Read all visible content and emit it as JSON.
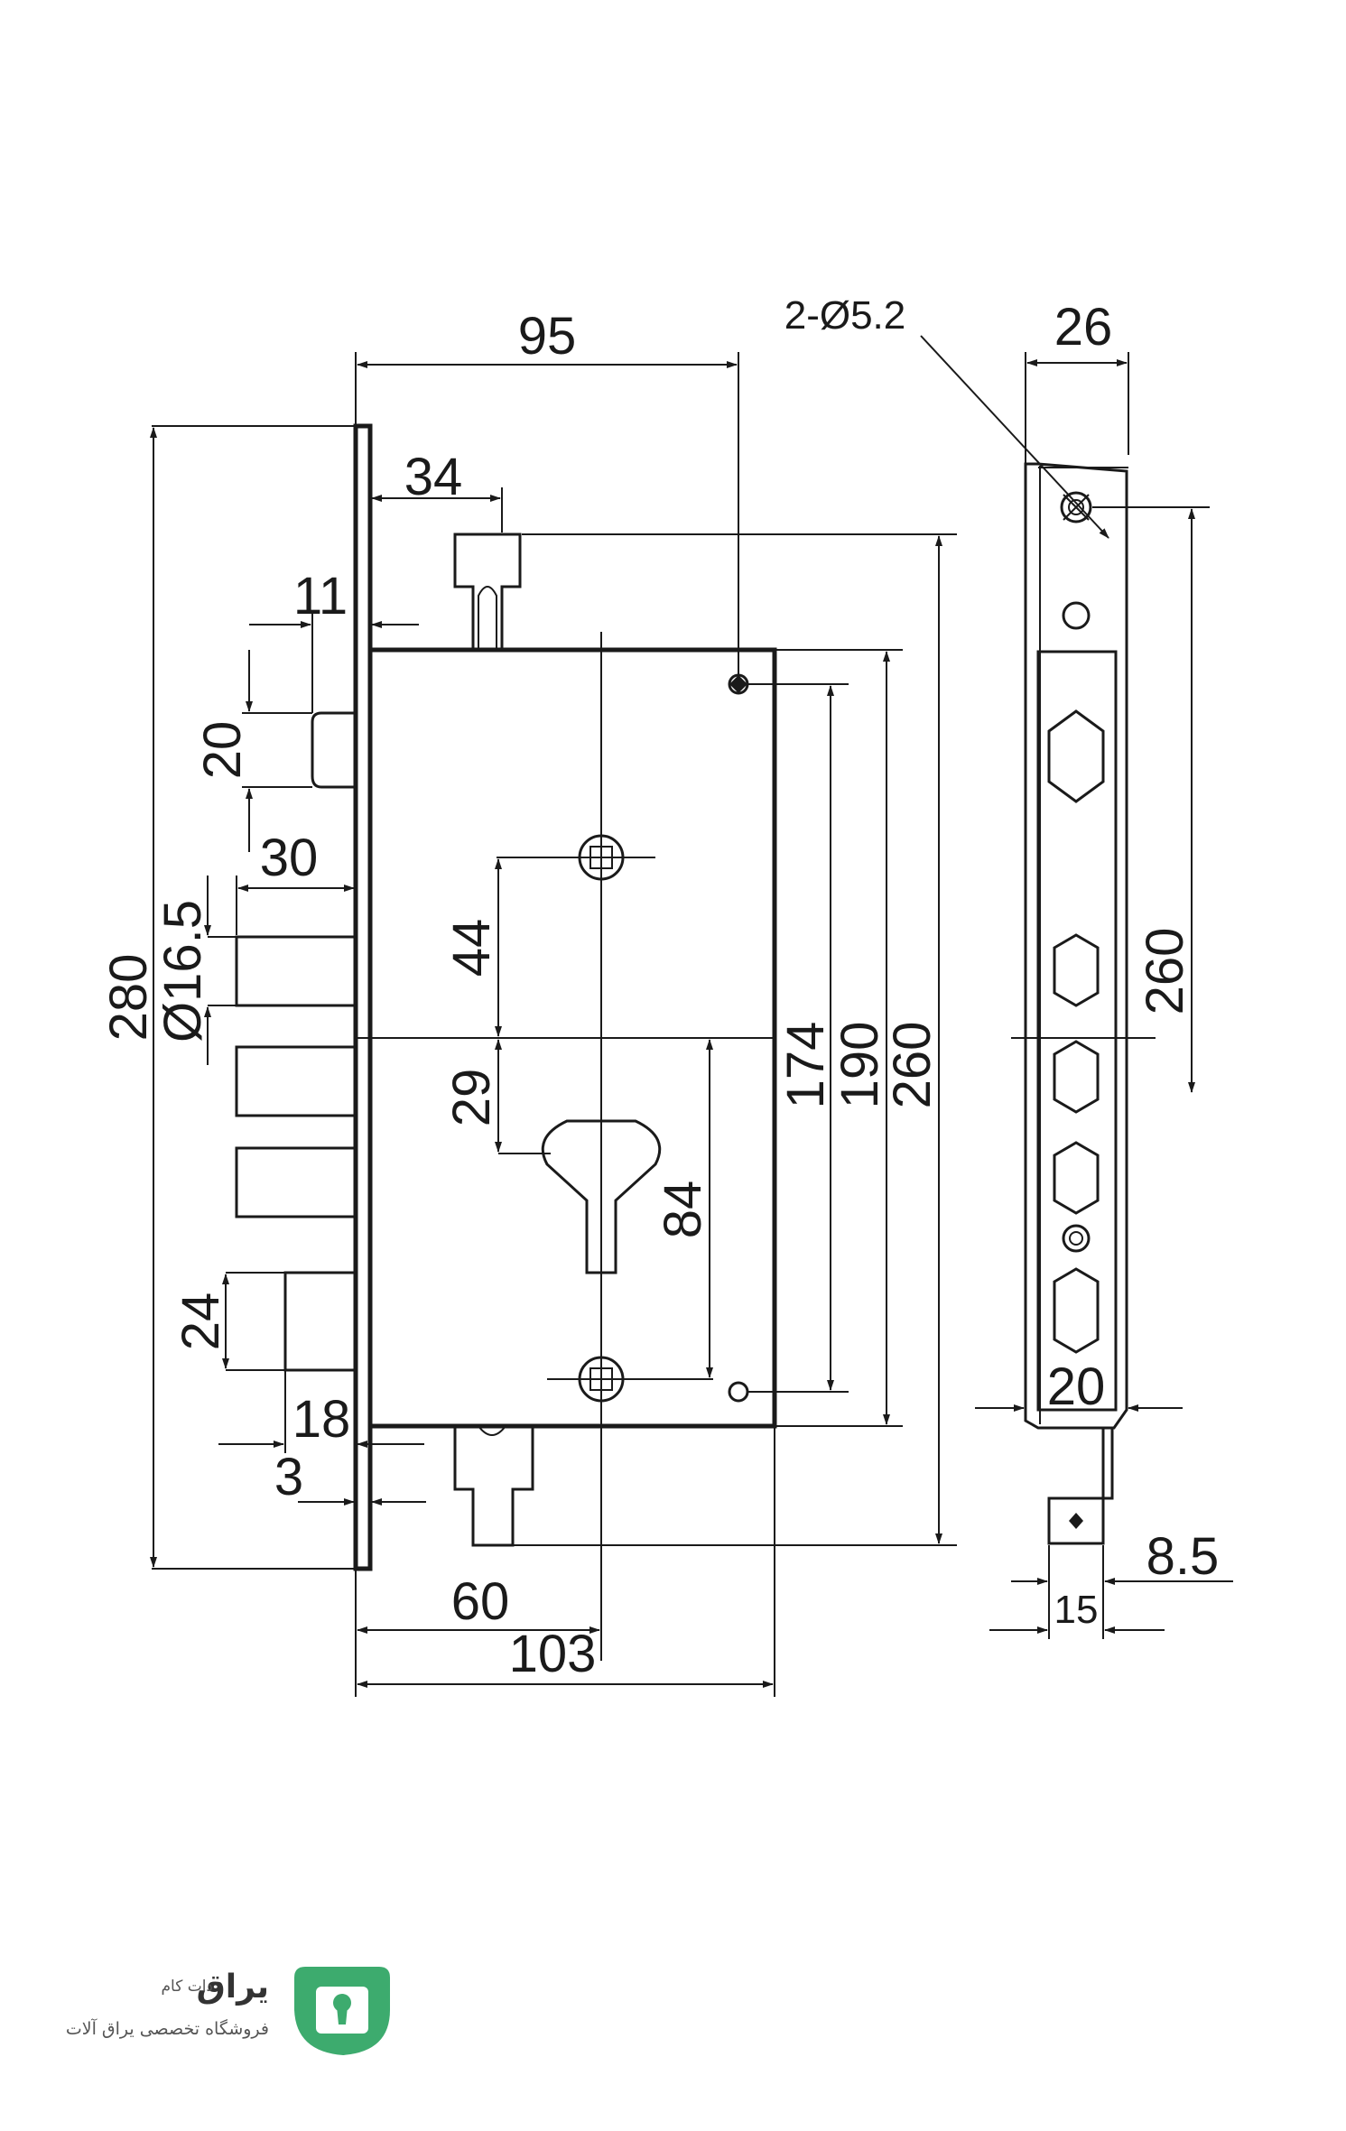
{
  "dimensions": {
    "d95": "95",
    "d34": "34",
    "d11": "11",
    "d20a": "20",
    "d30": "30",
    "d16_5": "Ø16.5",
    "d280": "280",
    "d44": "44",
    "d29": "29",
    "d84": "84",
    "d174": "174",
    "d190": "190",
    "d260a": "260",
    "d24": "24",
    "d18": "18",
    "d3": "3",
    "d60": "60",
    "d103": "103",
    "d2_5_2": "2-Ø5.2",
    "d26": "26",
    "d260b": "260",
    "d20b": "20",
    "d8_5": "8.5",
    "d15": "15"
  },
  "brand": {
    "name": "یراق",
    "dotcom": "دات کام",
    "tagline": "فروشگاه تخصصی یراق آلات",
    "logo_icon": "keyhole-logo-icon",
    "color": "#3dab6e"
  }
}
